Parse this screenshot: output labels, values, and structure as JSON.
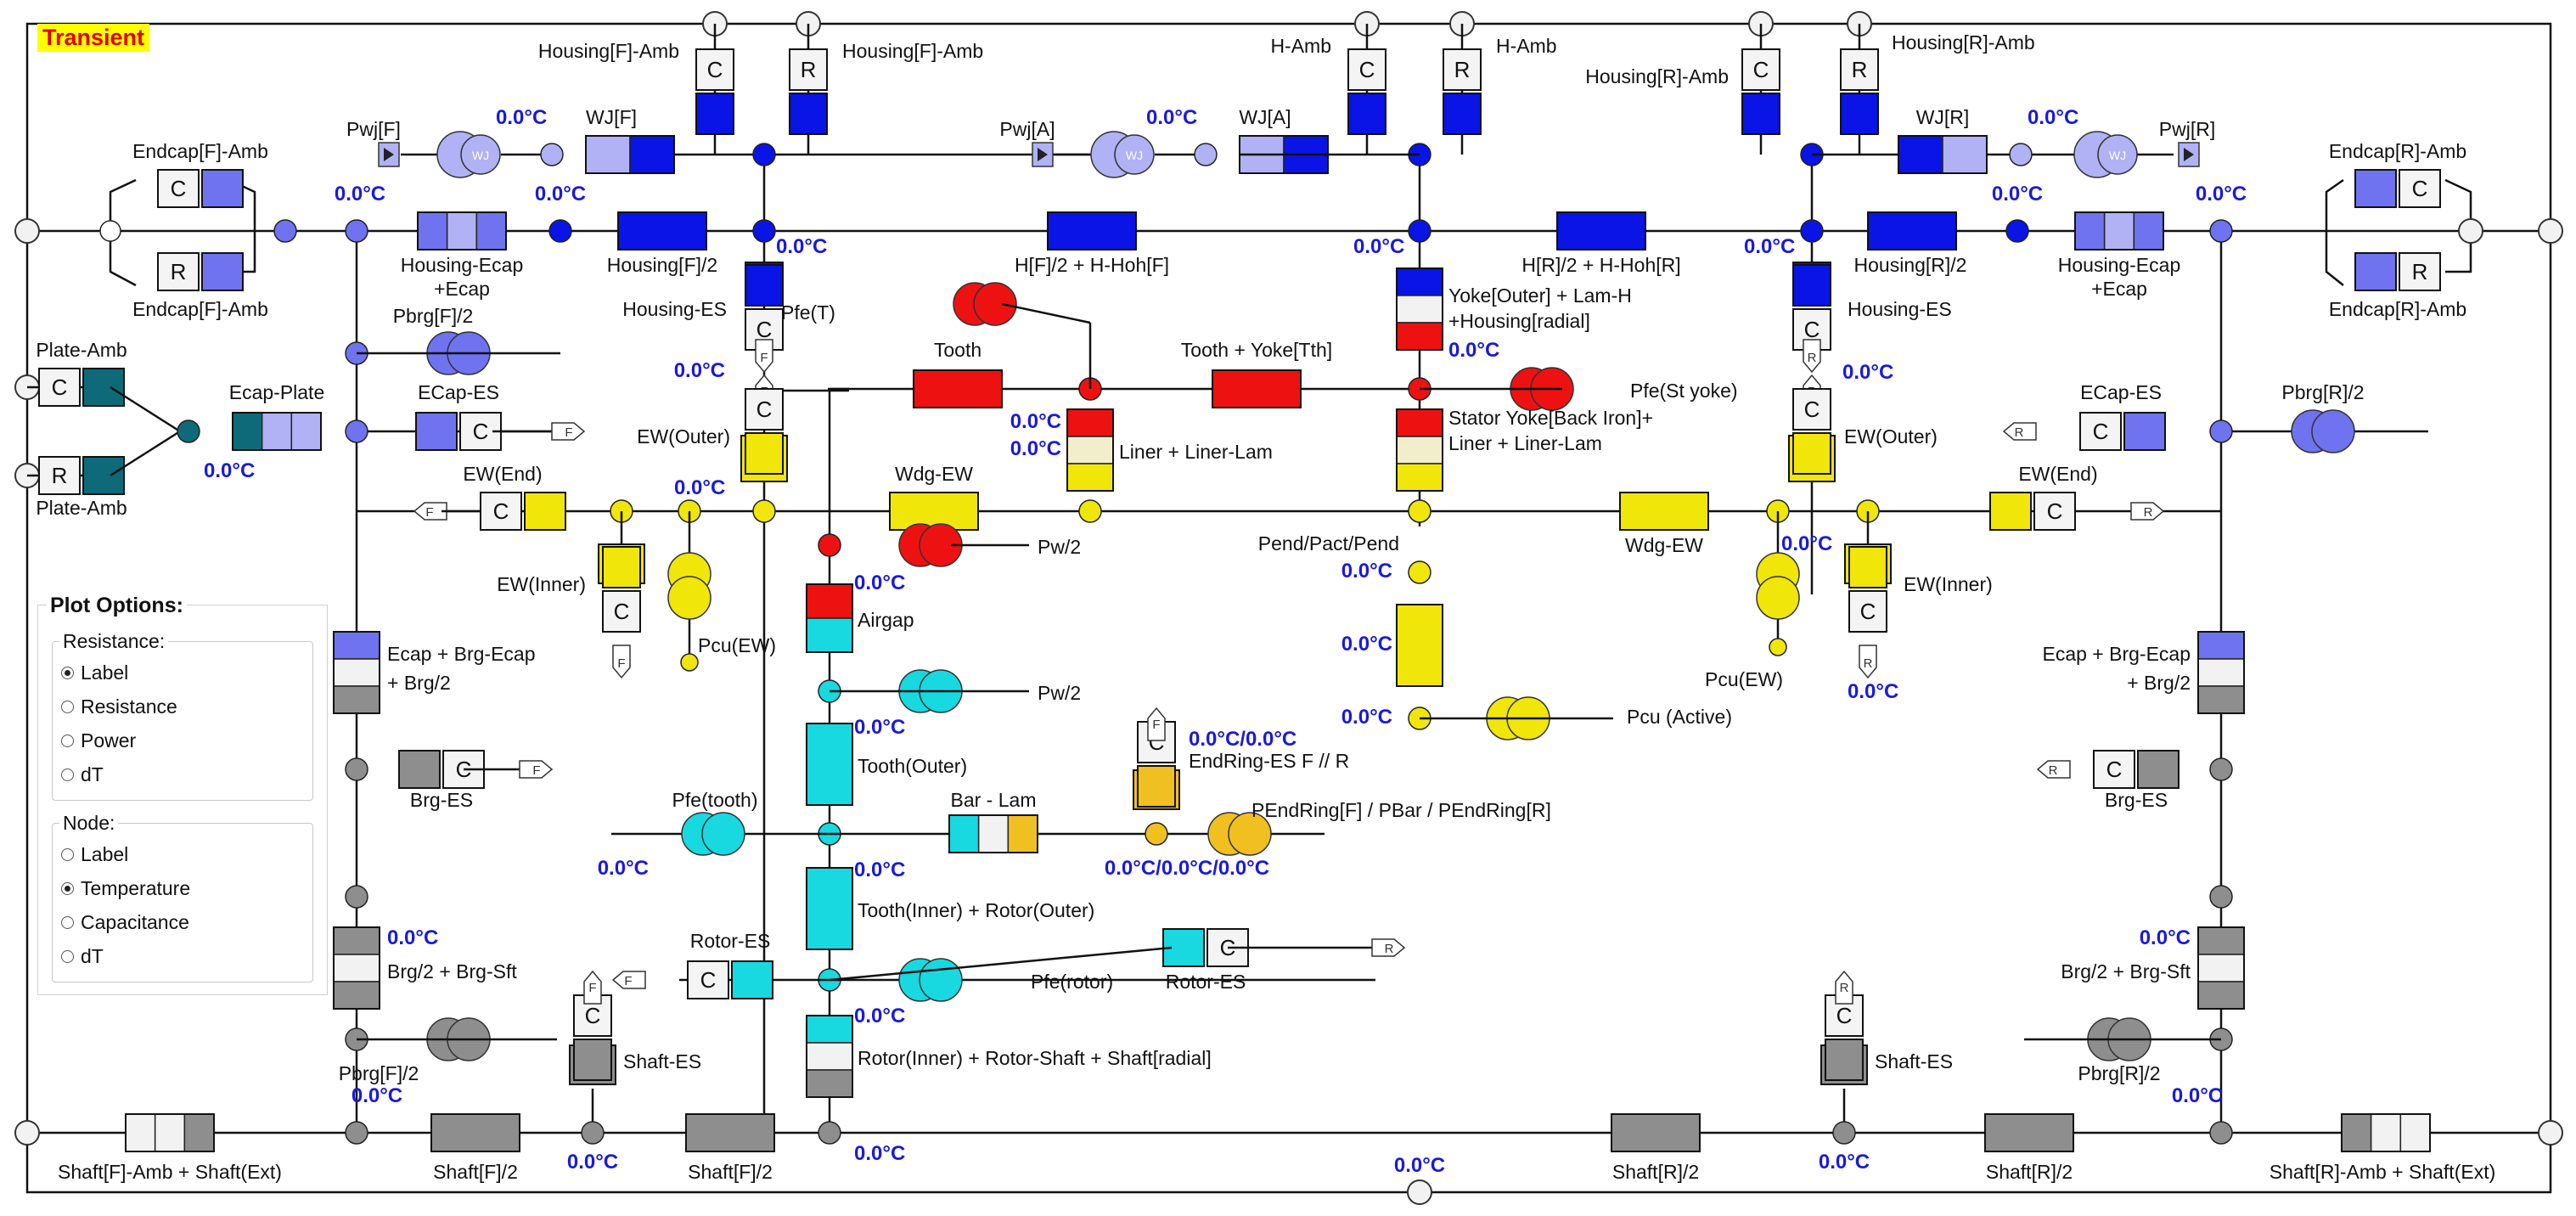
{
  "mode_label": "Transient",
  "colors": {
    "blue": "#0a14e6",
    "light_blue": "#6f73ef",
    "pale_blue": "#b0b2f5",
    "red": "#ee1111",
    "yellow": "#f0e60a",
    "cyan": "#18d8e0",
    "gray": "#8e8e8e",
    "dark_teal": "#0e6a78",
    "gold": "#f0c020",
    "temperature_text": "#1a1adb"
  },
  "labels": {
    "housing_f_amb": "Housing[F]-Amb",
    "h_amb": "H-Amb",
    "housing_r_amb": "Housing[R]-Amb",
    "pwj_f": "Pwj[F]",
    "pwj_a": "Pwj[A]",
    "pwj_r": "Pwj[R]",
    "wj_f": "WJ[F]",
    "wj_a": "WJ[A]",
    "wj_r": "WJ[R]",
    "endcap_f_amb": "Endcap[F]-Amb",
    "endcap_r_amb": "Endcap[R]-Amb",
    "housing_ecap": "Housing-Ecap",
    "ecap": "+Ecap",
    "housing_f_half": "Housing[F]/2",
    "housing_r_half": "Housing[R]/2",
    "h_f_half": "H[F]/2 + H-Hoh[F]",
    "h_r_half": "H[R]/2 + H-Hoh[R]",
    "housing_es": "Housing-ES",
    "pbrg_f_half": "Pbrg[F]/2",
    "pbrg_r_half": "Pbrg[R]/2",
    "pfe_t": "Pfe(T)",
    "yoke_outer": "Yoke[Outer] + Lam-H",
    "housing_radial": "+Housing[radial]",
    "plate_amb": "Plate-Amb",
    "ecap_plate": "Ecap-Plate",
    "ecap_es": "ECap-ES",
    "tooth": "Tooth",
    "tooth_yoke": "Tooth + Yoke[Tth]",
    "pfe_st_yoke": "Pfe(St yoke)",
    "ew_outer": "EW(Outer)",
    "liner_lam": "Liner + Liner-Lam",
    "stator_yoke": "Stator Yoke[Back Iron]+",
    "stator_liner": "Liner + Liner-Lam",
    "ew_end": "EW(End)",
    "wdg_ew": "Wdg-EW",
    "ew_inner": "EW(Inner)",
    "pw_half": "Pw/2",
    "pend": "Pend/Pact/Pend",
    "pcu_ew": "Pcu(EW)",
    "pcu_active": "Pcu (Active)",
    "airgap": "Airgap",
    "ecap_brg": "Ecap + Brg-Ecap",
    "brg_half": "+ Brg/2",
    "tooth_outer": "Tooth(Outer)",
    "endring_es": "EndRing-ES F // R",
    "pendring": "PEndRing[F] / PBar / PEndRing[R]",
    "brg_es": "Brg-ES",
    "pfe_tooth": "Pfe(tooth)",
    "bar_lam": "Bar - Lam",
    "tooth_inner": "Tooth(Inner) + Rotor(Outer)",
    "brg_sft": "Brg/2 + Brg-Sft",
    "rotor_es": "Rotor-ES",
    "pfe_rotor": "Pfe(rotor)",
    "shaft_es": "Shaft-ES",
    "rotor_inner": "Rotor(Inner) + Rotor-Shaft + Shaft[radial]",
    "shaft_f_amb": "Shaft[F]-Amb + Shaft(Ext)",
    "shaft_r_amb": "Shaft[R]-Amb + Shaft(Ext)",
    "shaft_f_half": "Shaft[F]/2",
    "shaft_r_half": "Shaft[R]/2"
  },
  "temps": {
    "t0": "0.0°C",
    "endring": "0.0°C/0.0°C",
    "pendring": "0.0°C/0.0°C/0.0°C"
  },
  "box_letters": {
    "c": "C",
    "r": "R",
    "f": "F",
    "wj": "WJ"
  },
  "plot_options": {
    "title": "Plot Options:",
    "resistance": {
      "title": "Resistance:",
      "options": [
        "Label",
        "Resistance",
        "Power",
        "dT"
      ],
      "selected": "Label"
    },
    "node": {
      "title": "Node:",
      "options": [
        "Label",
        "Temperature",
        "Capacitance",
        "dT"
      ],
      "selected": "Temperature"
    }
  }
}
